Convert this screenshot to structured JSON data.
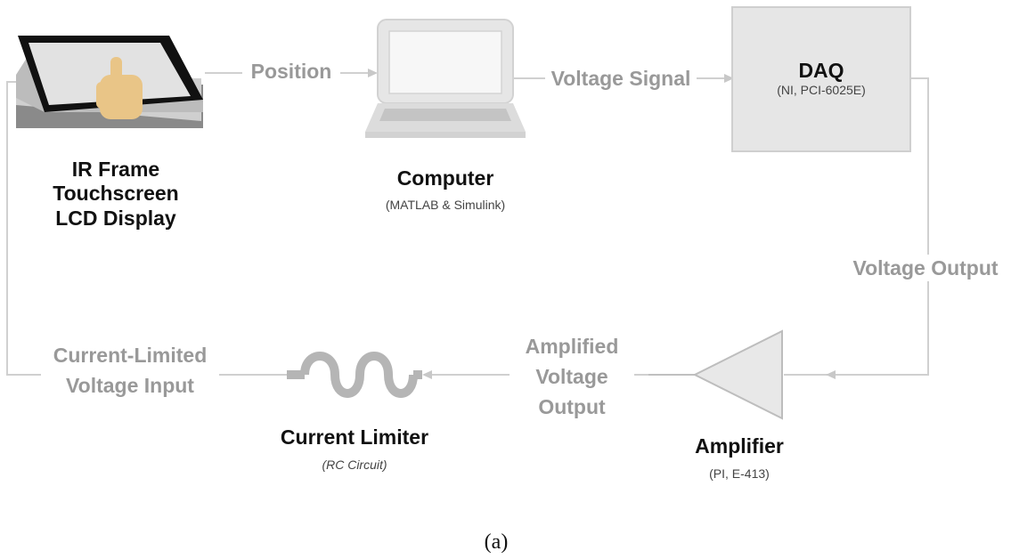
{
  "colors": {
    "line": "#d0d0d0",
    "edge_text": "#999999",
    "box_fill": "#e6e6e6",
    "box_stroke": "#cfcfcf",
    "hand": "#e9c587",
    "coil": "#b5b5b5"
  },
  "nodes": {
    "touchscreen": {
      "icon": "touchscreen-icon",
      "title_lines": [
        "IR Frame",
        "Touchscreen",
        "LCD Display"
      ]
    },
    "computer": {
      "icon": "laptop-icon",
      "title": "Computer",
      "subtitle": "(MATLAB & Simulink)"
    },
    "daq": {
      "title": "DAQ",
      "subtitle": "(NI, PCI-6025E)"
    },
    "amplifier": {
      "icon": "amplifier-triangle-icon",
      "title": "Amplifier",
      "subtitle": "(PI, E-413)"
    },
    "limiter": {
      "icon": "resistor-coil-icon",
      "title": "Current Limiter",
      "subtitle": "(RC Circuit)"
    }
  },
  "edges": {
    "position": "Position",
    "voltage_signal": "Voltage Signal",
    "voltage_output": "Voltage Output",
    "amplified_lines": [
      "Amplified",
      "Voltage",
      "Output"
    ],
    "current_limited_lines": [
      "Current-Limited",
      "Voltage Input"
    ]
  },
  "caption": "(a)"
}
